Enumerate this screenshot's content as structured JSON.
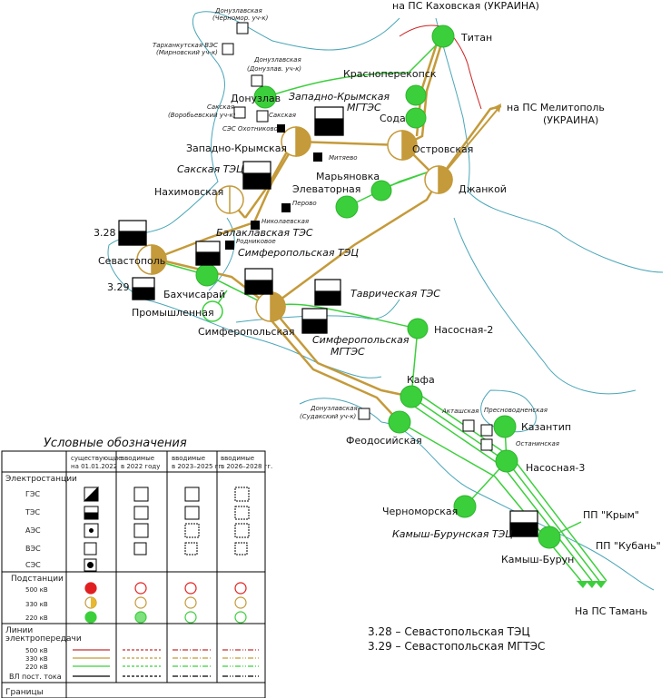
{
  "colors": {
    "line500": "#d02020",
    "line330": "#c49a3a",
    "line220": "#3ccf3c",
    "coast": "#4aa6b8",
    "border": "#cc2222"
  },
  "external": {
    "kakhovka": "на ПС Каховская (УКРАИНА)",
    "melitopol": "на ПС Мелитополь",
    "melitopol2": "(УКРАИНА)",
    "taman": "На ПС Тамань"
  },
  "substations": {
    "titan": "Титан",
    "krasnoperekopsk": "Красноперекопск",
    "soda": "Сода",
    "donuzlav": "Донузлав",
    "zapadno_krymskaya": "Западно-Крымская",
    "ostrovskaya": "Островская",
    "dzhankoy": "Джанкой",
    "maryanovka": "Марьяновка",
    "elevatornaya": "Элеваторная",
    "nakhimovskaya": "Нахимовская",
    "sevastopol": "Севастополь",
    "bakhchisaray": "Бахчисарай",
    "promyshlennaya": "Промышленная",
    "simferopolskaya": "Симферопольская",
    "nasosnaya2": "Насосная-2",
    "kafa": "Кафа",
    "feodosiyskaya": "Феодосийская",
    "kazantip": "Казантип",
    "nasosnaya3": "Насосная-3",
    "chernomorskaya": "Черноморская",
    "kamysh_burun": "Камыш-Бурун",
    "pp_krym": "ПП \"Крым\"",
    "pp_kuban": "ПП \"Кубань\""
  },
  "plants": {
    "zk_mgtes": "Западно-Крымская",
    "zk_mgtes2": "МГТЭС",
    "sakskaya_tec": "Сакская ТЭЦ",
    "balaklavskaya": "Балаклавская ТЭС",
    "simf_tec": "Симферопольская ТЭЦ",
    "tavricheskaya": "Таврическая ТЭС",
    "simf_mgtes": "Симферопольская",
    "simf_mgtes2": "МГТЭС",
    "kamysh_tec": "Камыш-Бурунская ТЭЦ",
    "n328": "3.28",
    "n329": "3.29"
  },
  "small_plants": {
    "don_chern": "Донузлавская",
    "don_chern2": "(Черномор. уч-к)",
    "tarkhankut": "Тарханкутская ВЭС",
    "tarkhankut2": "(Мирновский уч-к)",
    "don_don": "Донузлавская",
    "don_don2": "(Донузлав. уч-к)",
    "sak_vor": "Сакская",
    "sak_vor2": "(Воробьевский уч-к)",
    "sakskaya": "Сакская",
    "okhotnikovo": "СЭС Охотниково",
    "mityaevo": "Митяево",
    "perovo": "Перово",
    "nikolaevskaya": "Николаевская",
    "rodnikovoe": "Родниковое",
    "don_sud": "Донузлавская",
    "don_sud2": "(Судакский уч-к)",
    "aktashskaya": "Акташская",
    "presnovodnenskaya": "Пресноводненская",
    "ostaninskaya": "Останинская"
  },
  "notes": [
    "3.28 – Севастопольская ТЭЦ",
    "3.29 – Севастопольская МГТЭС"
  ],
  "legend": {
    "title": "Условные обозначения",
    "cols": [
      [
        "существующие",
        "на 01.01.2022"
      ],
      [
        "вводимые",
        "в 2022 году"
      ],
      [
        "вводимые",
        "в 2023–2025 гг."
      ],
      [
        "вводимые",
        "в 2026–2028 гг."
      ]
    ],
    "plants_header": "Электростанции",
    "plant_rows": [
      "ГЭС",
      "ТЭС",
      "АЭС",
      "ВЭС",
      "СЭС"
    ],
    "subs_header": "Подстанции",
    "sub_rows": [
      "500 кВ",
      "330 кВ",
      "220 кВ"
    ],
    "lines_header1": "Линии",
    "lines_header2": "электропередачи",
    "line_rows": [
      "500 кВ",
      "330 кВ",
      "220 кВ",
      "ВЛ пост. тока"
    ],
    "borders_header": "Границы"
  }
}
